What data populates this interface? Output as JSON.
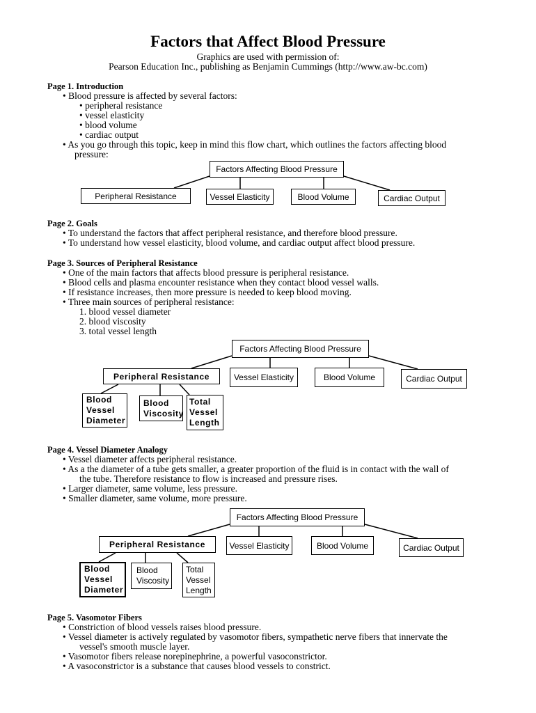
{
  "title": "Factors that Affect Blood Pressure",
  "credit": [
    "Graphics are used with permission of:",
    "Pearson Education Inc., publishing as Benjamin Cummings (http://www.aw-bc.com)"
  ],
  "sections": [
    {
      "heading": "Page 1.  Introduction",
      "lines": [
        "• Blood pressure is affected by several factors:",
        "• peripheral resistance",
        "• vessel elasticity",
        "• blood volume",
        "• cardiac output",
        "• As you go through this topic, keep in mind this flow chart, which outlines the factors affecting blood",
        "pressure:"
      ]
    },
    {
      "heading": "Page 2.  Goals",
      "lines": [
        "• To understand the factors that affect peripheral resistance, and therefore blood pressure.",
        "• To understand how vessel elasticity, blood volume, and cardiac output affect blood pressure."
      ]
    },
    {
      "heading": "Page 3.  Sources of Peripheral Resistance",
      "lines": [
        "• One of the main factors that affects blood pressure is peripheral resistance.",
        "• Blood cells and plasma encounter resistance when they contact blood vessel walls.",
        "• If resistance increases, then more pressure is needed to keep blood moving.",
        "• Three main sources of peripheral resistance:",
        "1. blood vessel diameter",
        "2. blood viscosity",
        "3. total vessel length"
      ]
    },
    {
      "heading": "Page 4.  Vessel Diameter Analogy",
      "lines": [
        "• Vessel diameter affects peripheral resistance.",
        "• As a the diameter of a tube gets smaller, a greater proportion of the fluid is in contact with the wall of",
        "the tube.  Therefore resistance to flow is increased and pressure rises.",
        "• Larger diameter, same volume, less pressure.",
        "• Smaller diameter, same volume, more pressure."
      ]
    },
    {
      "heading": "Page 5.  Vasomotor Fibers",
      "lines": [
        "• Constriction of blood vessels raises blood pressure.",
        "• Vessel diameter is actively regulated by vasomotor fibers, sympathetic nerve fibers that innervate the",
        "vessel's smooth muscle layer.",
        "• Vasomotor fibers release norepinephrine, a powerful vasoconstrictor.",
        "• A vasoconstrictor is a substance that causes blood vessels to constrict."
      ]
    }
  ],
  "flowchart": {
    "root": "Factors Affecting Blood Pressure",
    "factors": [
      "Peripheral Resistance",
      "Vessel Elasticity",
      "Blood Volume",
      "Cardiac Output"
    ],
    "sources": [
      [
        "Blood",
        "Vessel",
        "Diameter"
      ],
      [
        "Blood",
        "Viscosity"
      ],
      [
        "Total",
        "Vessel",
        "Length"
      ]
    ]
  }
}
